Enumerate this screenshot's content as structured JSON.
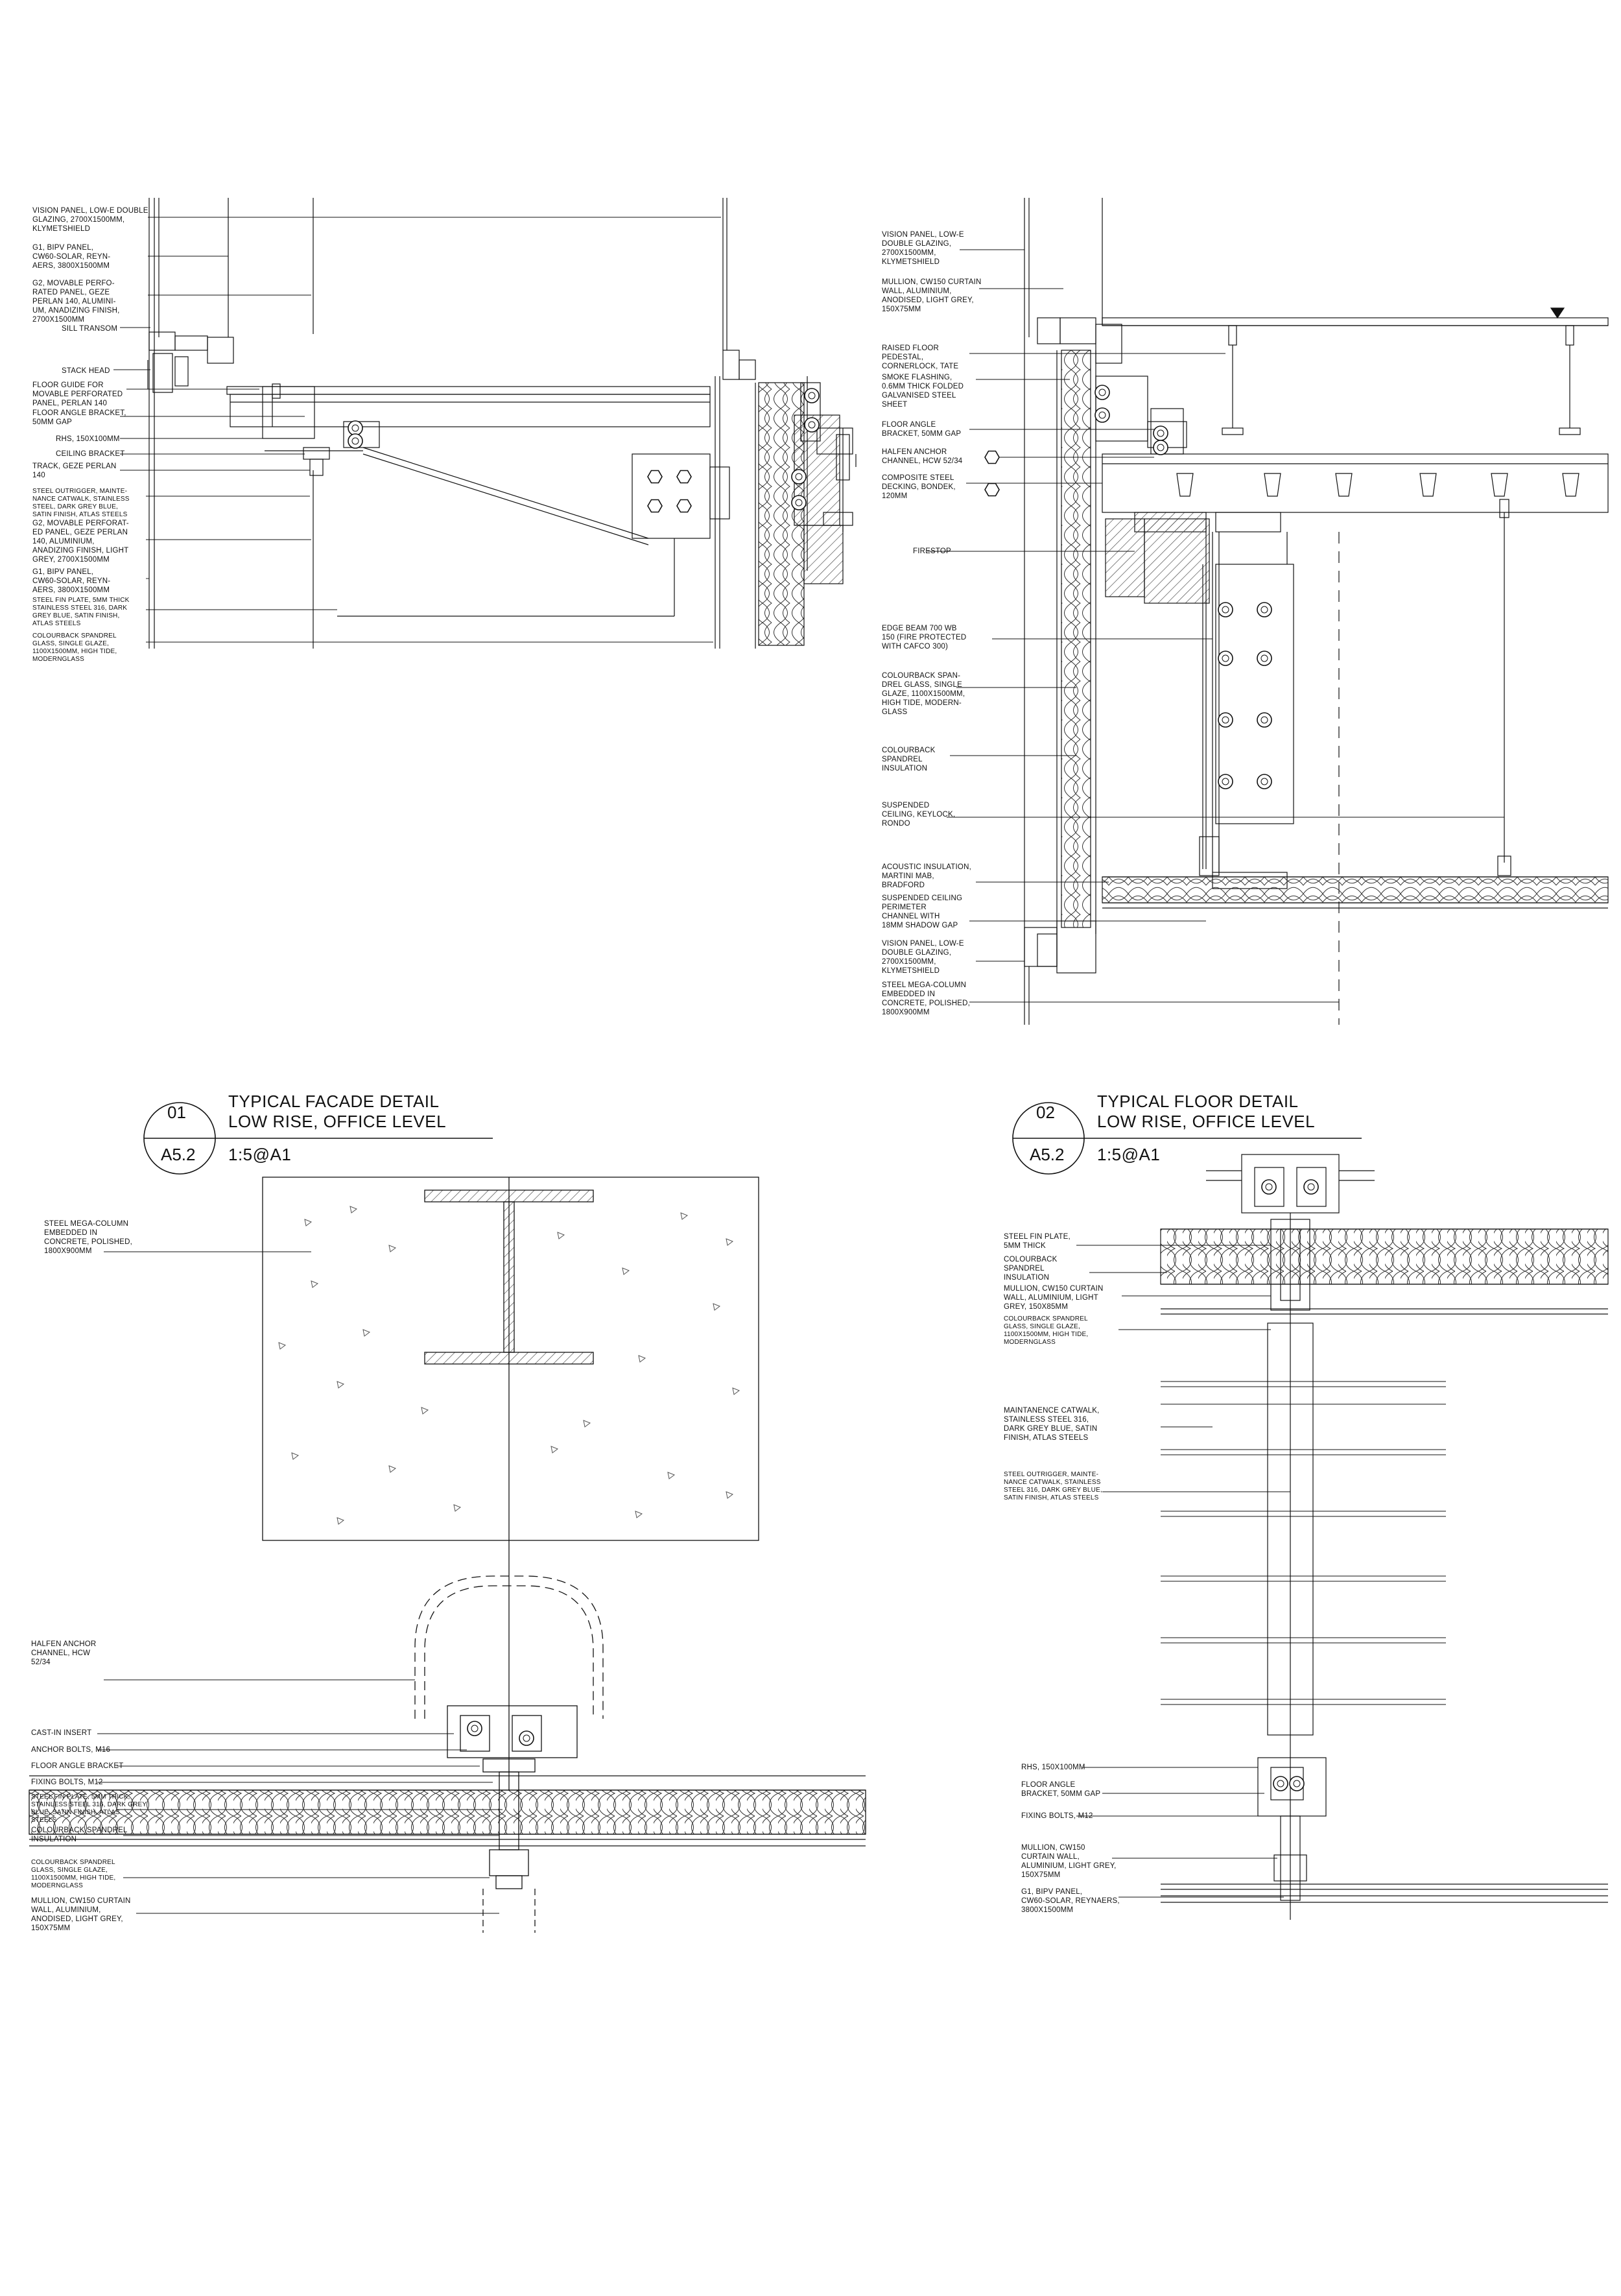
{
  "detail_01": {
    "number": "01",
    "sheet": "A5.2",
    "title_line1": "TYPICAL FACADE DETAIL",
    "title_line2": "LOW RISE, OFFICE LEVEL",
    "scale": "1:5@A1"
  },
  "detail_02": {
    "number": "02",
    "sheet": "A5.2",
    "title_line1": "TYPICAL FLOOR DETAIL",
    "title_line2": "LOW RISE, OFFICE LEVEL",
    "scale": "1:5@A1"
  },
  "notes_tl": [
    "VISION PANEL, LOW-E DOUBLE\nGLAZING, 2700x1500mm,\nKLYMETSHIELD",
    "G1, BIPV PANEL,\nCW60-SOLAR, REYN-\nAERS, 3800x1500mm",
    "G2, MOVABLE PERFO-\nRATED PANEL, GEZE\nPERLAN 140, ALUMINI-\nUM, ANADIZING FINISH,\n2700x1500mm",
    "SILL TRANSOM",
    "STACK HEAD",
    "FLOOR GUIDE FOR\nMOVABLE PERFORATED\nPANEL, PERLAN 140",
    "FLOOR ANGLE BRACKET,\n50mm GAP",
    "RHS, 150x100mm",
    "CEILING BRACKET",
    "TRACK, GEZE PERLAN\n140",
    "STEEL OUTRIGGER, MAINTE-\nNANCE CATWALK, STAINLESS\nSTEEL, DARK GREY BLUE,\nSATIN FINISH, ATLAS STEELS",
    "G2, MOVABLE PERFORAT-\nED PANEL, GEZE PERLAN\n140, ALUMINIUM,\nANADIZING FINISH, LIGHT\nGREY, 2700x1500mm",
    "G1, BIPV PANEL,\nCW60-SOLAR, REYN-\nAERS, 3800x1500mm",
    "STEEL FIN PLATE, 5mm THICK\nSTAINLESS STEEL 316, DARK\nGREY BLUE, SATIN FINISH,\nATLAS STEELS",
    "COLOURBACK SPANDREL\nGLASS, SINGLE GLAZE,\n1100x1500mm, HIGH TIDE,\nMODERNGLASS"
  ],
  "notes_tr": [
    "VISION PANEL, LOW-E\nDOUBLE GLAZING,\n2700x1500mm,\nKLYMETSHIELD",
    "MULLION, CW150 CURTAIN\nWALL, ALUMINIUM,\nANODISED, LIGHT GREY,\n150x75mm",
    "RAISED FLOOR\nPEDESTAL,\nCORNERLOCK, TATE",
    "SMOKE FLASHING,\n0.6mm THICK FOLDED\nGALVANISED STEEL\nSHEET",
    "FLOOR ANGLE\nBRACKET, 50mm GAP",
    "HALFEN ANCHOR\nCHANNEL, HCW 52/34",
    "COMPOSITE STEEL\nDECKING, BONDEK,\n120mm",
    "FIRESTOP",
    "EDGE BEAM 700 WB\n150 (FIRE PROTECTED\nWITH CAFCO 300)",
    "COLOURBACK SPAN-\nDREL GLASS, SINGLE\nGLAZE, 1100x1500mm,\nHIGH TIDE, MODERN-\nGLASS",
    "COLOURBACK\nSPANDREL\nINSULATION",
    "SUSPENDED\nCEILING, KEYLOCK,\nRONDO",
    "ACOUSTIC INSULATION,\nMARTINI MAB,\nBRADFORD",
    "SUSPENDED CEILING\nPERIMETER\nCHANNEL WITH\n18mm SHADOW GAP",
    "VISION PANEL, LOW-E\nDOUBLE GLAZING,\n2700x1500mm,\nKLYMETSHIELD",
    "STEEL MEGA-COLUMN\nEMBEDDED IN\nCONCRETE, POLISHED,\n1800x900mm"
  ],
  "notes_bl": [
    "STEEL MEGA-COLUMN\nEMBEDDED IN\nCONCRETE, POLISHED,\n1800x900mm",
    "HALFEN ANCHOR\nCHANNEL, HCW\n52/34",
    "CAST-IN INSERT",
    "ANCHOR BOLTS, M16",
    "FLOOR ANGLE BRACKET",
    "FIXING BOLTS, M12",
    "STEEL FIN PLATE, 5mm THICK,\nSTAINLESS STEEL 316, DARK GREY\nBLUE, SATIN FINISH, ATLAS\nSTEELS",
    "COLOURBACK SPANDREL\nINSULATION",
    "COLOURBACK SPANDREL\nGLASS, SINGLE GLAZE,\n1100x1500mm, HIGH TIDE,\nMODERNGLASS",
    "MULLION, CW150 CURTAIN\nWALL, ALUMINIUM,\nANODISED, LIGHT GREY,\n150x75mm"
  ],
  "notes_br": [
    "STEEL FIN PLATE,\n5mm THICK",
    "COLOURBACK\nSPANDREL\nINSULATION",
    "MULLION, CW150 CURTAIN\nWALL, ALUMINIUM, LIGHT\nGREY, 150x85mm",
    "COLOURBACK SPANDREL\nGLASS, SINGLE GLAZE,\n1100x1500mm, HIGH TIDE,\nMODERNGLASS",
    "MAINTANENCE CATWALK,\nSTAINLESS STEEL 316,\nDARK GREY BLUE, SATIN\nFINISH, ATLAS STEELS",
    "STEEL OUTRIGGER, MAINTE-\nNANCE CATWALK, STAINLESS\nSTEEL 316, DARK GREY BLUE,\nSATIN FINISH, ATLAS STEELS",
    "RHS, 150x100mm",
    "FLOOR ANGLE\nBRACKET, 50mm GAP",
    "FIXING BOLTS, M12",
    "MULLION, CW150\nCURTAIN WALL,\nALUMINIUM, LIGHT GREY,\n150x75mm",
    "G1, BIPV PANEL,\nCW60-SOLAR, REYNAERS,\n3800x1500mm"
  ]
}
